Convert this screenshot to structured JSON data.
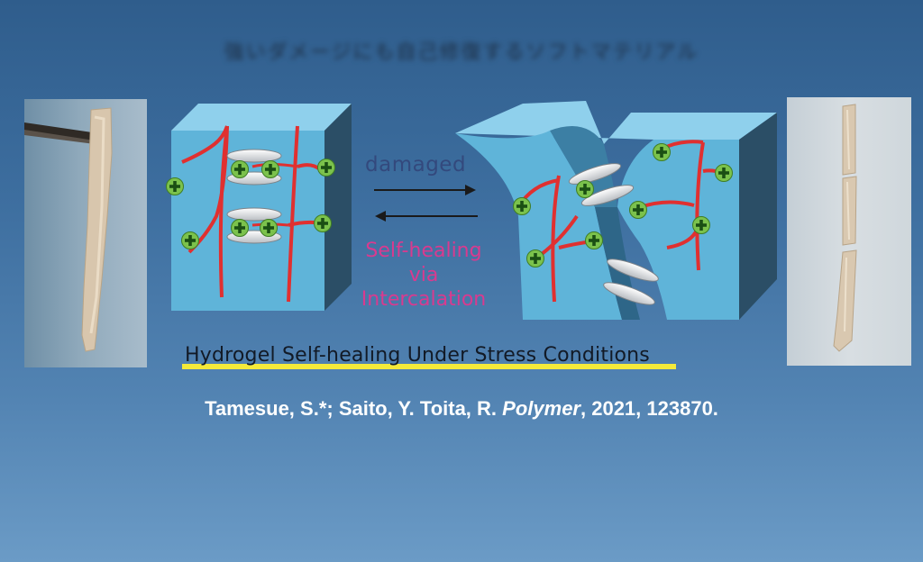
{
  "header": {
    "blurred_title": "強いダメージにも自己修復するソフトマテリアル"
  },
  "labels": {
    "damaged": "damaged",
    "heal_line1": "Self-healing",
    "heal_line2": "via",
    "heal_line3": "Intercalation"
  },
  "caption": {
    "text": "Hydrogel Self-healing Under Stress Conditions"
  },
  "citation": {
    "authors": "Tamesue, S.*; Saito, Y. Toita, R.",
    "journal": "Polymer",
    "details": ", 2021, 123870."
  },
  "colors": {
    "gel_face": "#5fb4d9",
    "gel_side": "#2b4e66",
    "polymer": "#e03030",
    "cation": "#6cbe45",
    "highlight": "#f4ea3a"
  }
}
